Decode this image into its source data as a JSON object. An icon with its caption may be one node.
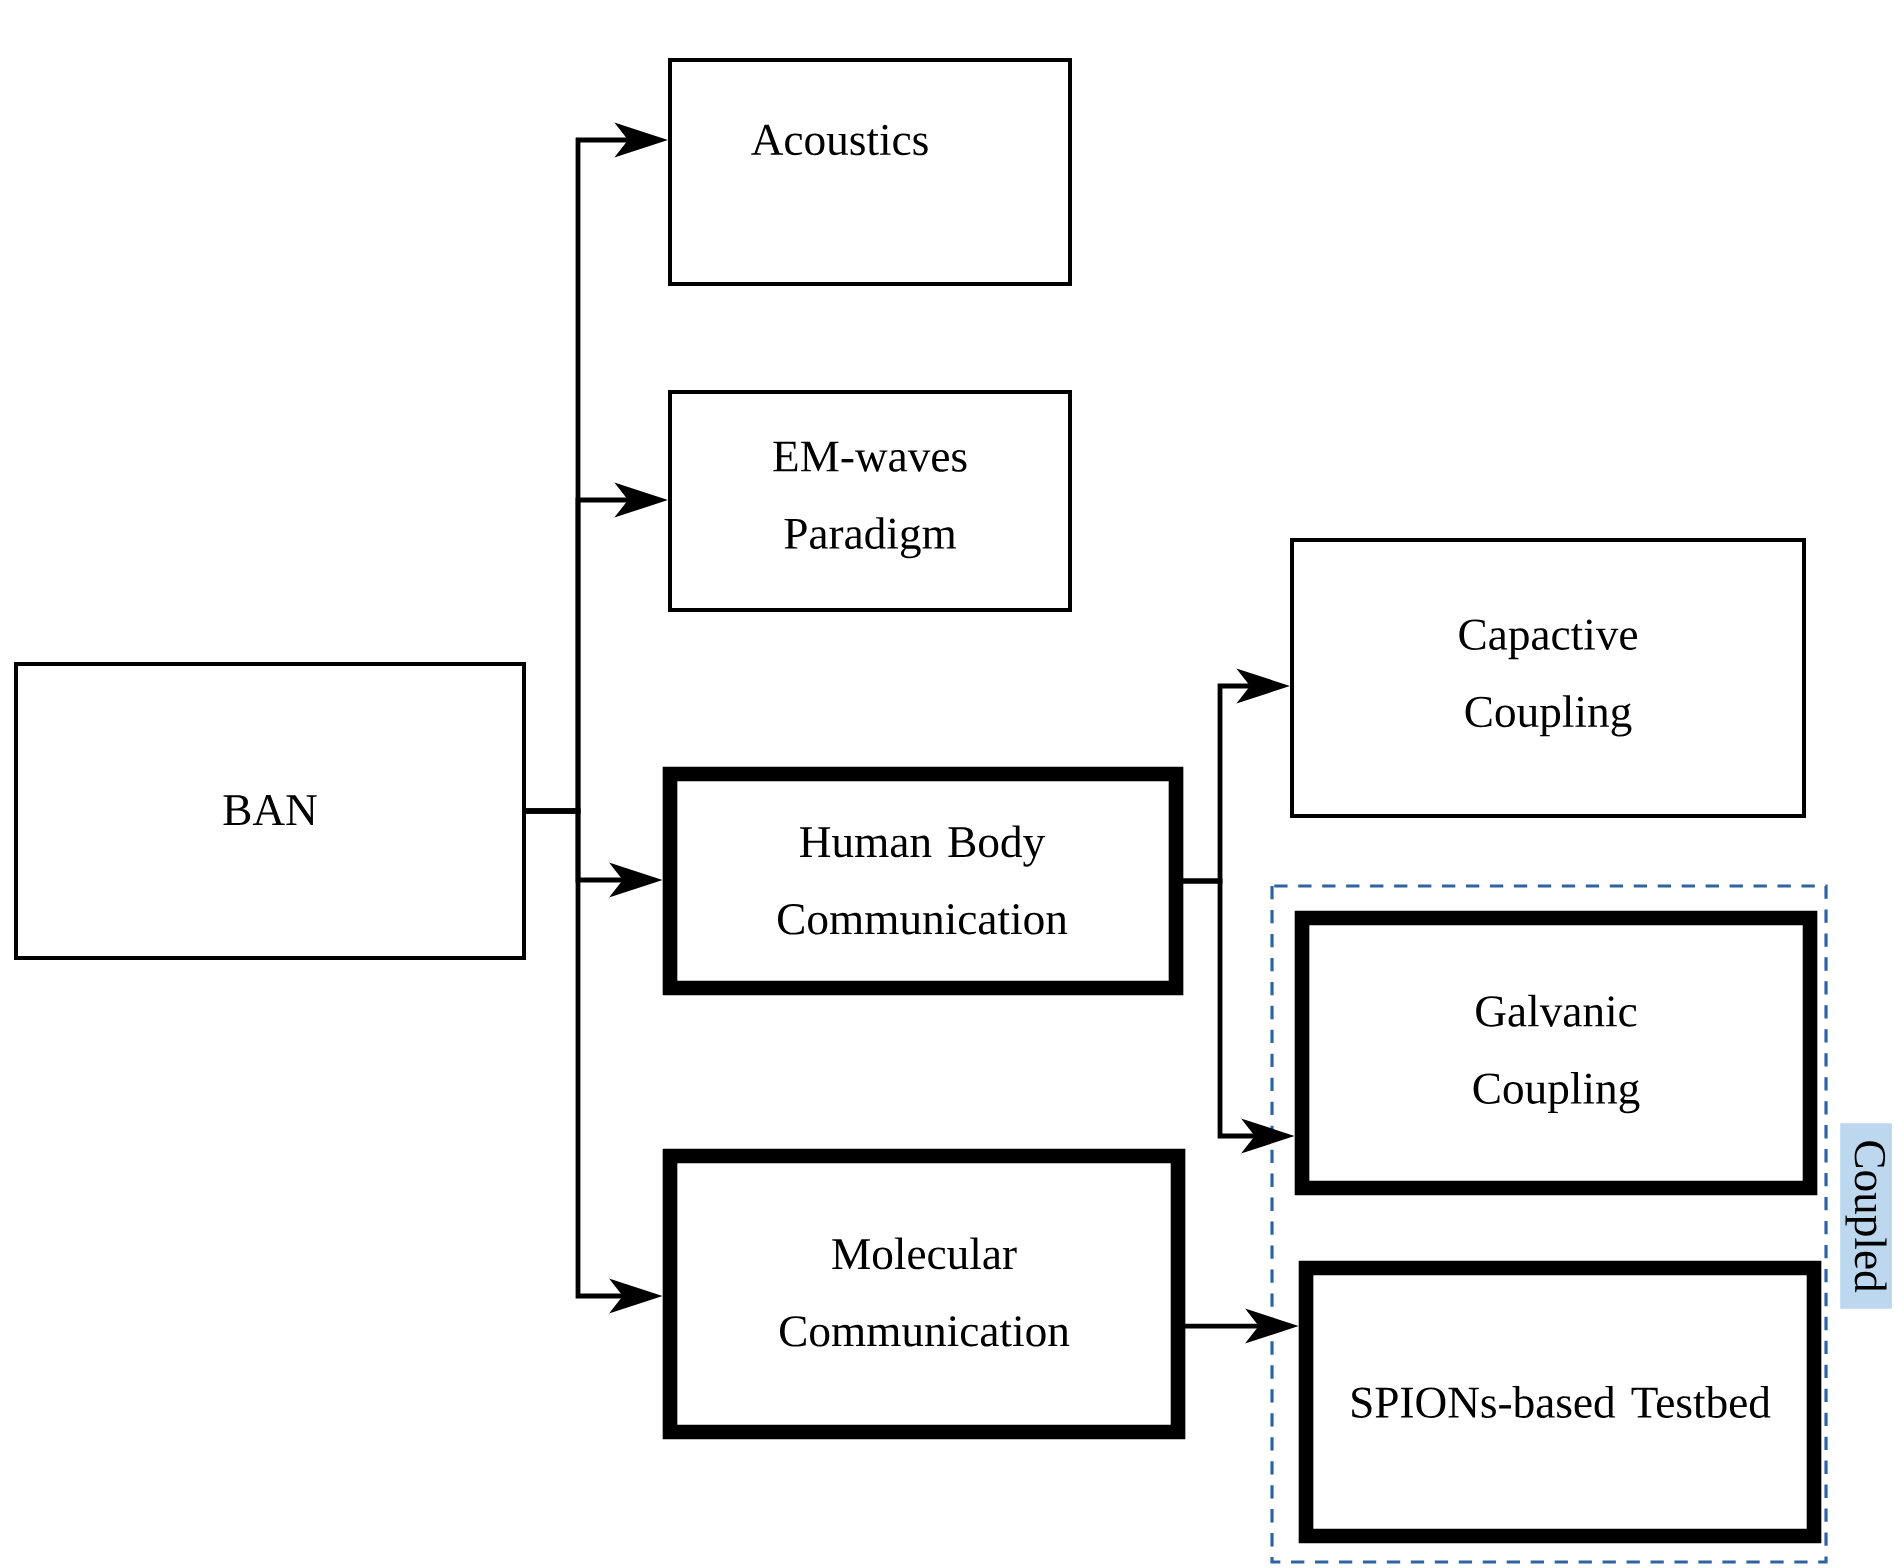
{
  "diagram": {
    "nodes": [
      {
        "text": [
          "BAN"
        ]
      },
      {
        "text": [
          "Acoustics"
        ]
      },
      {
        "text": [
          "EM-waves Paradigm"
        ]
      },
      {
        "text": [
          "Human Body Communication"
        ]
      },
      {
        "text": [
          "Molecular Communication"
        ]
      },
      {
        "text": [
          "Capactive Coupling"
        ]
      },
      {
        "text": [
          "Coupled"
        ]
      },
      {
        "text": [
          "Galvanic Coupling"
        ],
        "in": 6
      },
      {
        "text": [
          "SPIONs-based Testbed"
        ],
        "in": 6
      }
    ],
    "edges": [
      {
        "from": 0,
        "to": 1,
        "arrow": "to"
      },
      {
        "from": 0,
        "to": 2,
        "arrow": "to"
      },
      {
        "from": 0,
        "to": 3,
        "arrow": "to"
      },
      {
        "from": 0,
        "to": 4,
        "arrow": "to"
      },
      {
        "from": 3,
        "to": 5,
        "arrow": "to"
      },
      {
        "from": 3,
        "to": 7,
        "arrow": "to"
      },
      {
        "from": 4,
        "to": 8,
        "arrow": "to"
      }
    ]
  }
}
